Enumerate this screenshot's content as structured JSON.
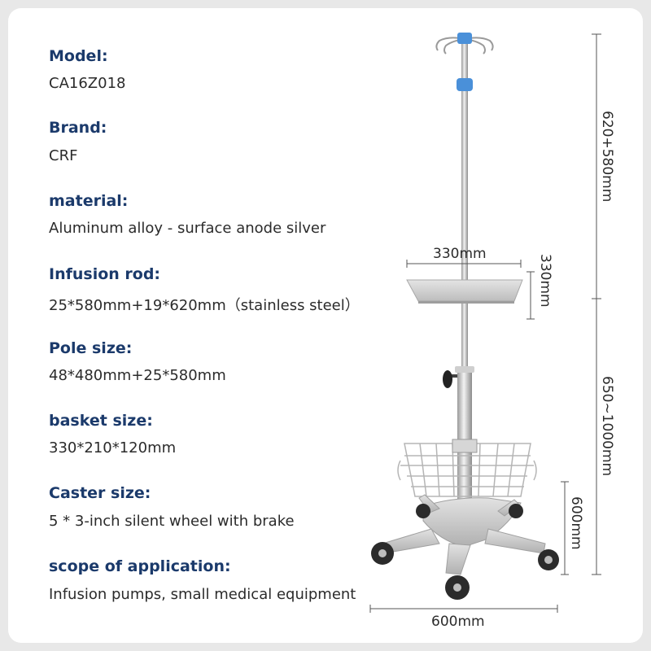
{
  "specs": [
    {
      "label": "Model:",
      "value": "CA16Z018"
    },
    {
      "label": "Brand:",
      "value": "CRF"
    },
    {
      "label": "material:",
      "value": "Aluminum alloy - surface anode silver"
    },
    {
      "label": "Infusion rod:",
      "value": "25*580mm+19*620mm（stainless steel）"
    },
    {
      "label": "Pole size:",
      "value": "48*480mm+25*580mm"
    },
    {
      "label": "basket size:",
      "value": "330*210*120mm"
    },
    {
      "label": "Caster size:",
      "value": "5 * 3-inch silent wheel with brake"
    },
    {
      "label": "scope of application:",
      "value": "Infusion pumps, small medical equipment"
    }
  ],
  "dimensions": {
    "tray_width": "330mm",
    "tray_depth": "330mm",
    "upper_height": "620+580mm",
    "lower_height": "650~1000mm",
    "base_height": "600mm",
    "base_width": "600mm"
  },
  "colors": {
    "label": "#1b3a6b",
    "text": "#2b2b2b",
    "hook_blue": "#4a90d9"
  }
}
